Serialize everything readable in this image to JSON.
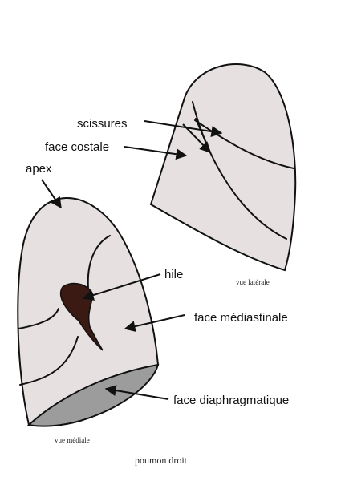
{
  "colors": {
    "lung_fill": "#e6e0e0",
    "diaphragm_fill": "#9c9c9c",
    "hilum_fill": "#3a1a12",
    "ink": "#111111"
  },
  "labels": {
    "scissures": "scissures",
    "face_costale": "face costale",
    "apex": "apex",
    "hile": "hile",
    "face_mediastinale": "face médiastinale",
    "face_diaphragmatique": "face diaphragmatique"
  },
  "captions": {
    "vue_laterale": "vue latérale",
    "vue_mediale": "vue médiale",
    "title": "poumon droit"
  }
}
